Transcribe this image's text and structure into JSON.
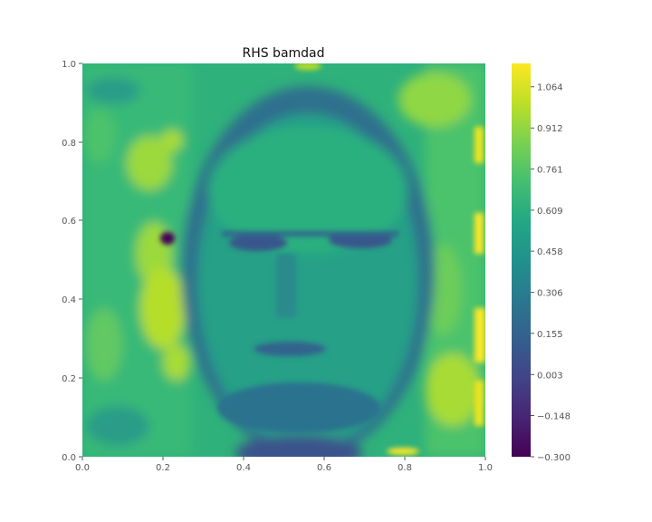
{
  "chart_data": {
    "type": "heatmap",
    "title": "RHS bamdad",
    "xlabel": "",
    "ylabel": "",
    "xlim": [
      0,
      1
    ],
    "ylim": [
      0,
      1
    ],
    "x_ticks": [
      "0.0",
      "0.2",
      "0.4",
      "0.6",
      "0.8",
      "1.0"
    ],
    "y_ticks": [
      "0.0",
      "0.2",
      "0.4",
      "0.6",
      "0.8",
      "1.0"
    ],
    "grid": false,
    "colormap": "viridis",
    "colorbar": {
      "min": -0.3,
      "max": 1.15,
      "tick_labels": [
        "1.064",
        "0.912",
        "0.761",
        "0.609",
        "0.458",
        "0.306",
        "0.155",
        "0.003",
        "−0.148",
        "−0.300"
      ],
      "tick_values": [
        1.064,
        0.912,
        0.761,
        0.609,
        0.458,
        0.306,
        0.155,
        0.003,
        -0.148,
        -0.3
      ]
    },
    "description_values": {
      "background_level": 0.7,
      "face_level": 0.58,
      "hair_outline_level": 0.3,
      "bright_patch_level": 1.0,
      "edge_stripe_level": 1.1,
      "dark_spot_level": -0.25
    }
  }
}
